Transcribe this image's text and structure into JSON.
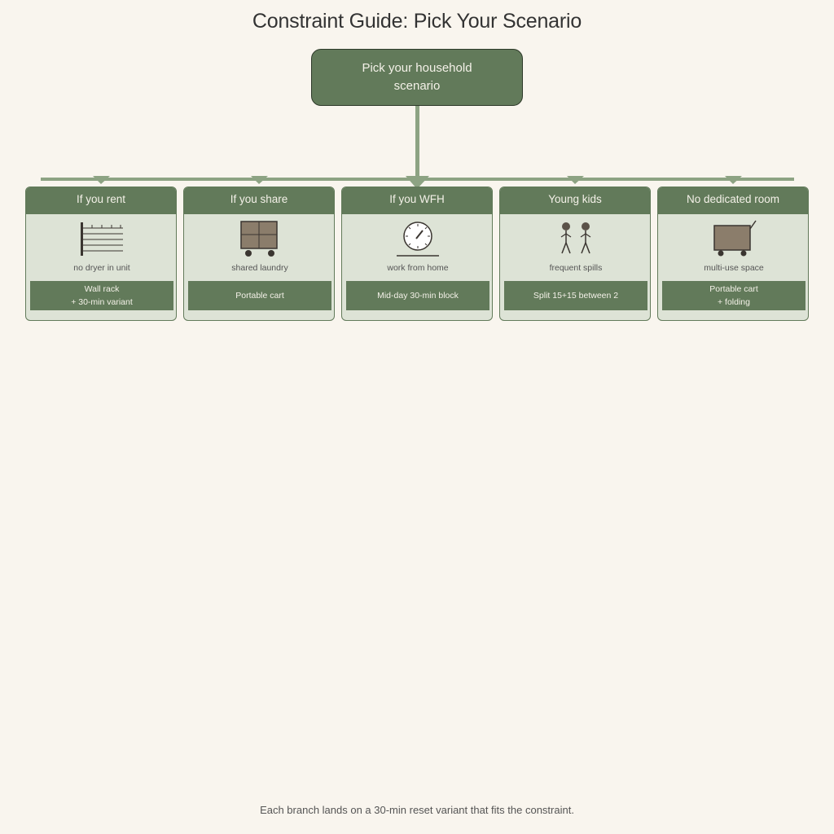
{
  "title": "Constraint Guide: Pick Your Scenario",
  "root": {
    "label": "Pick your household scenario"
  },
  "colors": {
    "background": "#f9f5ee",
    "accent": "#627a5a",
    "connector": "#8da383",
    "card_body": "#dde3d6",
    "icon_fill": "#8b7d6b",
    "icon_stroke": "#3a3530"
  },
  "scenarios": [
    {
      "header": "If you rent",
      "icon": "drying-rack-icon",
      "caption": "no dryer in unit",
      "action_line1": "Wall rack",
      "action_line2": "+ 30-min variant"
    },
    {
      "header": "If you share",
      "icon": "laundry-cart-icon",
      "caption": "shared laundry",
      "action_line1": "Portable cart",
      "action_line2": ""
    },
    {
      "header": "If you WFH",
      "icon": "clock-icon",
      "caption": "work from home",
      "action_line1": "Mid-day 30-min block",
      "action_line2": ""
    },
    {
      "header": "Young kids",
      "icon": "two-kids-icon",
      "caption": "frequent spills",
      "action_line1": "Split 15+15 between 2",
      "action_line2": ""
    },
    {
      "header": "No dedicated room",
      "icon": "folding-cart-icon",
      "caption": "multi-use space",
      "action_line1": "Portable cart",
      "action_line2": "+ folding"
    }
  ],
  "footer": "Each branch lands on a 30-min reset variant that fits the constraint."
}
